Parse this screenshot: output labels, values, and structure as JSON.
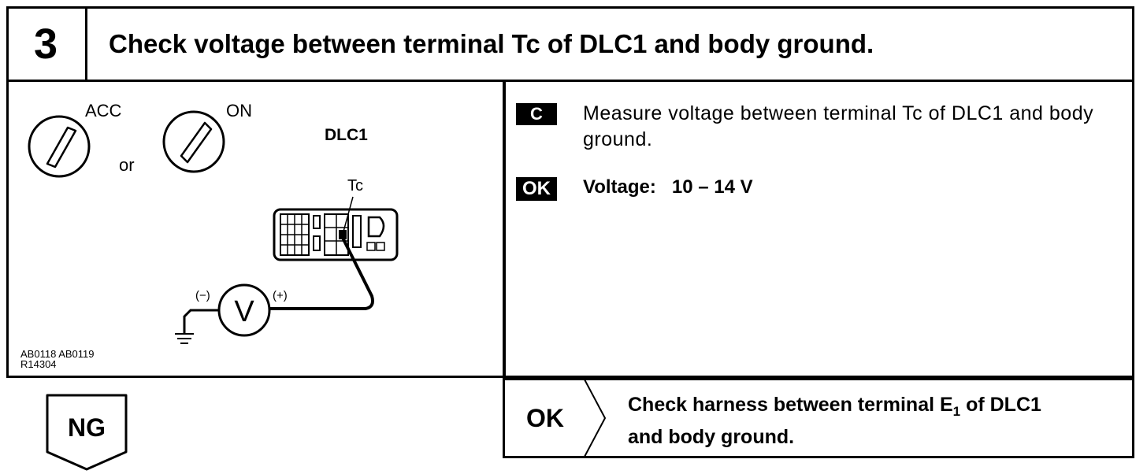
{
  "header": {
    "step_number": "3",
    "title": "Check voltage between terminal Tc of DLC1 and body ground."
  },
  "diagram": {
    "switch_left_label": "ACC",
    "switch_right_label": "ON",
    "or_label": "or",
    "connector_label": "DLC1",
    "terminal_label": "Tc",
    "voltmeter_symbol": "V",
    "negative_label": "(−)",
    "positive_label": "(+)",
    "figure_codes": [
      "AB0118 AB0119",
      "R14304"
    ]
  },
  "procedure": {
    "check_badge": "C",
    "instruction": "Measure voltage between terminal Tc of DLC1 and body ground.",
    "ok_badge": "OK",
    "spec": "Voltage:   10 – 14 V"
  },
  "results": {
    "ng_label": "NG",
    "ok_label": "OK",
    "ok_action_prefix": "Check harness between terminal E",
    "ok_action_subscript": "1",
    "ok_action_mid": " of DLC1",
    "ok_action_suffix": "and body ground."
  },
  "colors": {
    "ink": "#000000",
    "paper": "#ffffff"
  }
}
